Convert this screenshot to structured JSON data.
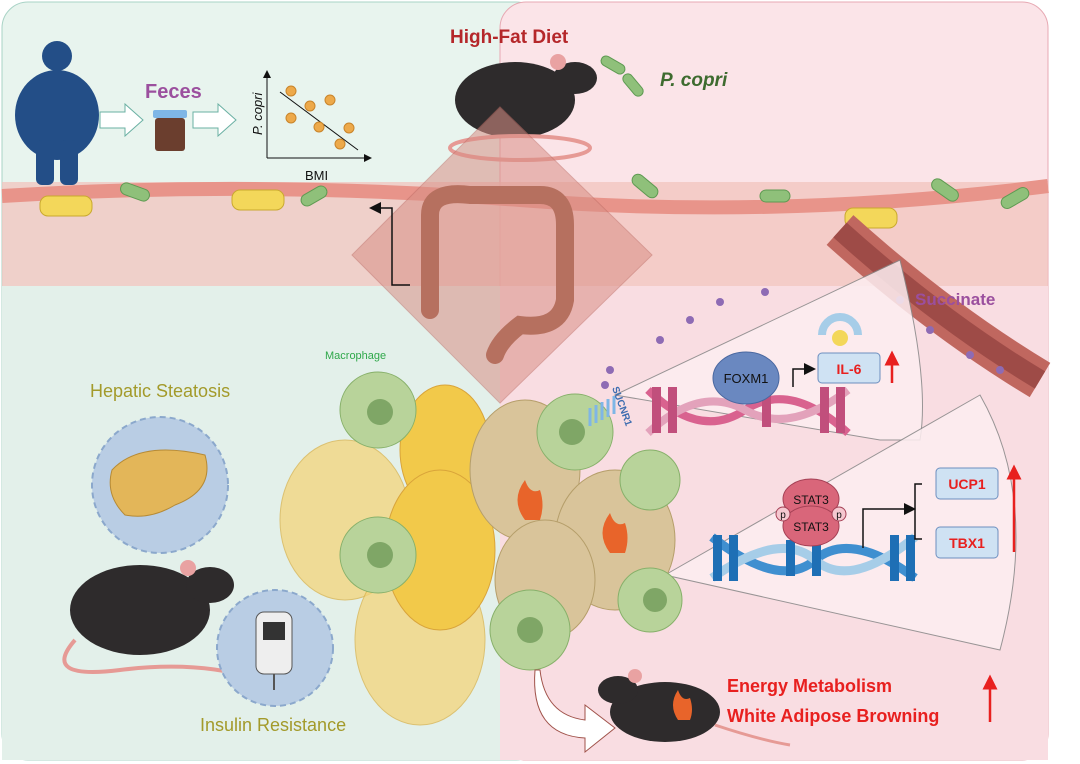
{
  "title": "High-Fat Diet",
  "bacterium": "P. copri",
  "human_panel": {
    "feces_label": "Feces",
    "plot": {
      "ylabel": "P. copri",
      "xlabel": "BMI"
    }
  },
  "macrophage_label": "Macrophage",
  "phenotypes": {
    "hepatic": "Hepatic Steatosis",
    "insulin": "Insulin Resistance"
  },
  "metabolite": "Succinate",
  "receptor": "SUCNR1",
  "pathway1": {
    "factor": "FOXM1",
    "target": "IL-6"
  },
  "pathway2": {
    "factor_top": "STAT3",
    "factor_bottom": "STAT3",
    "phospho": "p",
    "targets": [
      "UCP1",
      "TBX1"
    ]
  },
  "outcomes": [
    "Energy Metabolism",
    "White Adipose Browning"
  ],
  "colors": {
    "red": "#e8201f",
    "title_red": "#b5272a",
    "purple": "#9b4f9e",
    "olive": "#a39a2a",
    "green_text": "#2fa84a",
    "box": "#cfe2f3"
  }
}
